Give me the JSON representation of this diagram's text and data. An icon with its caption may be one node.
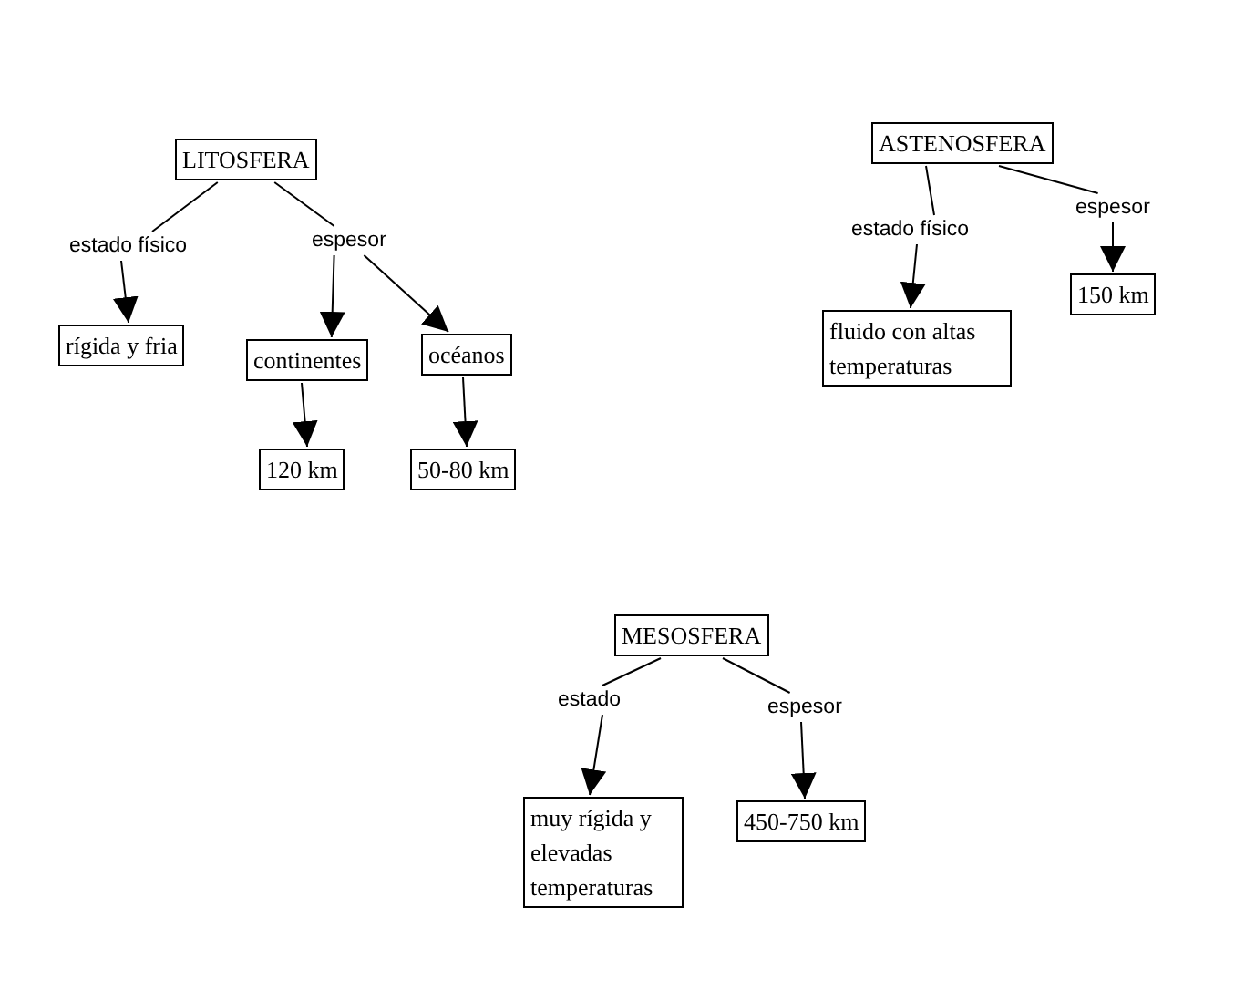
{
  "diagram": {
    "nodes": [
      {
        "text": [
          "LITOSFERA"
        ]
      },
      {
        "text": [
          "estado físico"
        ]
      },
      {
        "text": [
          "espesor"
        ]
      },
      {
        "text": [
          "rígida y fria"
        ]
      },
      {
        "text": [
          "continentes"
        ]
      },
      {
        "text": [
          "océanos"
        ]
      },
      {
        "text": [
          "120 km"
        ]
      },
      {
        "text": [
          "50-80 km"
        ]
      },
      {
        "text": [
          "ASTENOSFERA"
        ]
      },
      {
        "text": [
          "estado físico"
        ]
      },
      {
        "text": [
          "espesor"
        ]
      },
      {
        "text": [
          "fluido con altas temperaturas"
        ]
      },
      {
        "text": [
          "150 km"
        ]
      },
      {
        "text": [
          "MESOSFERA"
        ]
      },
      {
        "text": [
          "estado"
        ]
      },
      {
        "text": [
          "espesor"
        ]
      },
      {
        "text": [
          "muy rígida y elevadas temperaturas"
        ]
      },
      {
        "text": [
          "450-750 km"
        ]
      }
    ],
    "edges": [
      {
        "from": 0,
        "to": 1,
        "arrow": "none"
      },
      {
        "from": 1,
        "to": 3,
        "arrow": "to"
      },
      {
        "from": 0,
        "to": 2,
        "arrow": "none"
      },
      {
        "from": 2,
        "to": 4,
        "arrow": "to"
      },
      {
        "from": 2,
        "to": 5,
        "arrow": "to"
      },
      {
        "from": 4,
        "to": 6,
        "arrow": "to"
      },
      {
        "from": 5,
        "to": 7,
        "arrow": "to"
      },
      {
        "from": 8,
        "to": 9,
        "arrow": "none"
      },
      {
        "from": 9,
        "to": 11,
        "arrow": "to"
      },
      {
        "from": 8,
        "to": 10,
        "arrow": "none"
      },
      {
        "from": 10,
        "to": 12,
        "arrow": "to"
      },
      {
        "from": 13,
        "to": 14,
        "arrow": "none"
      },
      {
        "from": 14,
        "to": 16,
        "arrow": "to"
      },
      {
        "from": 13,
        "to": 15,
        "arrow": "none"
      },
      {
        "from": 15,
        "to": 17,
        "arrow": "to"
      }
    ]
  }
}
